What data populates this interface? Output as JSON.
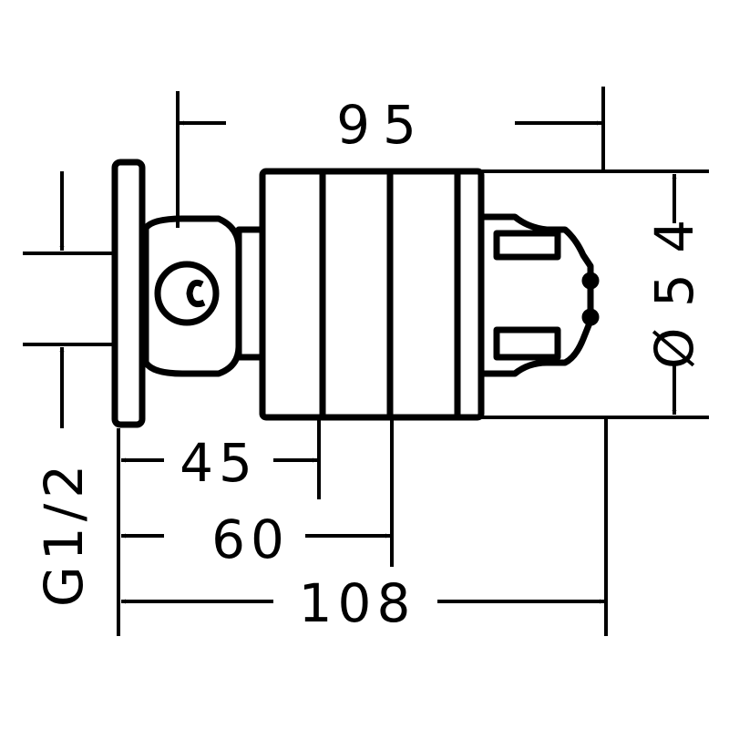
{
  "diagram": {
    "kind": "technical-dimension-drawing",
    "ink_color": "#000000",
    "background_color": "#ffffff",
    "dimensions": {
      "overall_width": "95",
      "body_diameter": "Ø 5 4",
      "depth_45": "45",
      "depth_60": "60",
      "total_depth": "108",
      "thread": "G1/2"
    }
  }
}
